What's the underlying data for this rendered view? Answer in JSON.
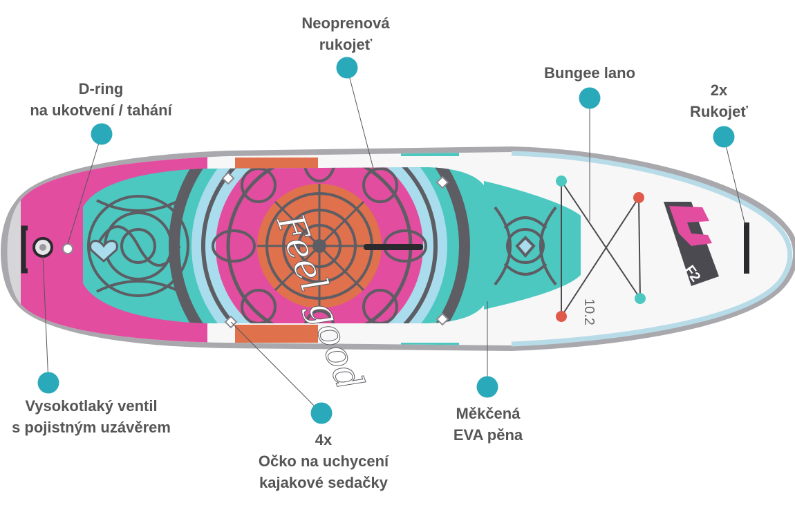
{
  "colors": {
    "accent_dot": "#2aa9ba",
    "label_text": "#555555",
    "leader_line": "#555555",
    "board_rim": "#a9a9ad",
    "board_outline_tail": "#b8dbe8",
    "pink": "#e24d9f",
    "teal": "#4cc8c0",
    "light_blue": "#a9dcec",
    "orange": "#e0714d",
    "gray_pattern": "#5d5d63",
    "board_white": "#f7f7f8",
    "cord_red": "#e05a4b"
  },
  "board": {
    "logo_text": "F2",
    "size_text": "10.2",
    "script_text": "Feel good"
  },
  "callouts": [
    {
      "id": "neoprene-handle",
      "lines": [
        "Neoprenová",
        "rukojeť"
      ]
    },
    {
      "id": "bungee",
      "lines": [
        "Bungee lano"
      ]
    },
    {
      "id": "d-ring",
      "lines": [
        "D-ring",
        "na ukotvení / tahání"
      ]
    },
    {
      "id": "handles-2x",
      "lines": [
        "2x",
        "Rukojeť"
      ]
    },
    {
      "id": "valve",
      "lines": [
        "Vysokotlaký ventil",
        "s pojistným uzávěrem"
      ]
    },
    {
      "id": "kayak-rings",
      "lines": [
        "4x",
        "Očko na uchycení",
        "kajakové sedačky"
      ]
    },
    {
      "id": "eva-foam",
      "lines": [
        "Měkčená",
        "EVA pěna"
      ]
    }
  ]
}
